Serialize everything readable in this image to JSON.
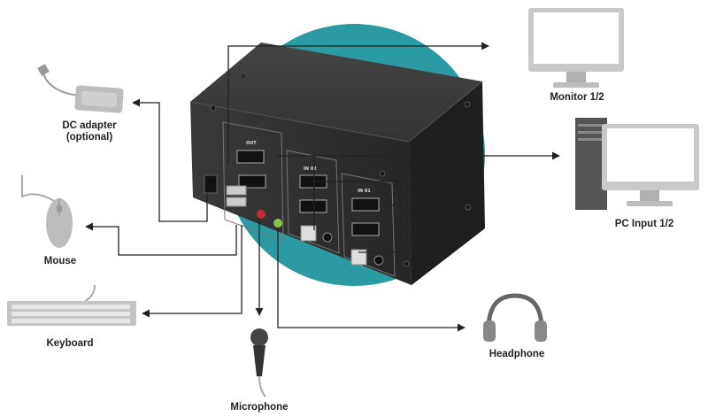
{
  "labels": {
    "monitor": "Monitor 1/2",
    "pc_input": "PC Input 1/2",
    "dc_adapter_line1": "DC adapter",
    "dc_adapter_line2": "(optional)",
    "mouse": "Mouse",
    "keyboard": "Keyboard",
    "microphone": "Microphone",
    "headphone": "Headphone"
  },
  "port_labels": {
    "out": "OUT",
    "in2": "IN 02",
    "in1": "IN 01"
  },
  "colors": {
    "background_circle": "#2b9aa3",
    "device_body": "#2f2f2f",
    "device_top": "#3d3d3d",
    "peripheral_gray": "#b8b8b8",
    "line": "#222222"
  }
}
